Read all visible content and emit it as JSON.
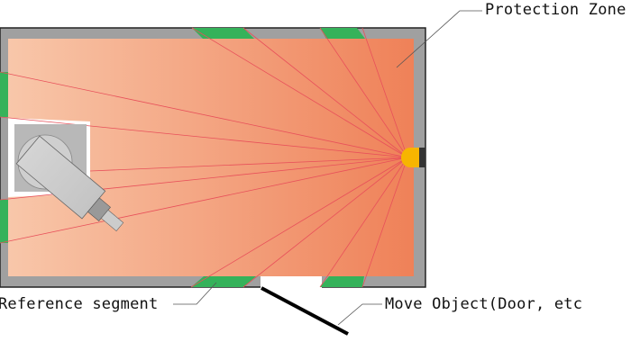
{
  "labels": {
    "protection_zone": "Protection Zone",
    "reference_segment": "Reference segment",
    "move_object": "Move Object(Door, etc"
  },
  "colors": {
    "zone_light": "#f8c7aa",
    "zone_dark": "#ef8158",
    "wall": "#a0a0a0",
    "reference_segment": "#35b25a",
    "ray": "#e8505a",
    "sensor": "#f7b500"
  }
}
